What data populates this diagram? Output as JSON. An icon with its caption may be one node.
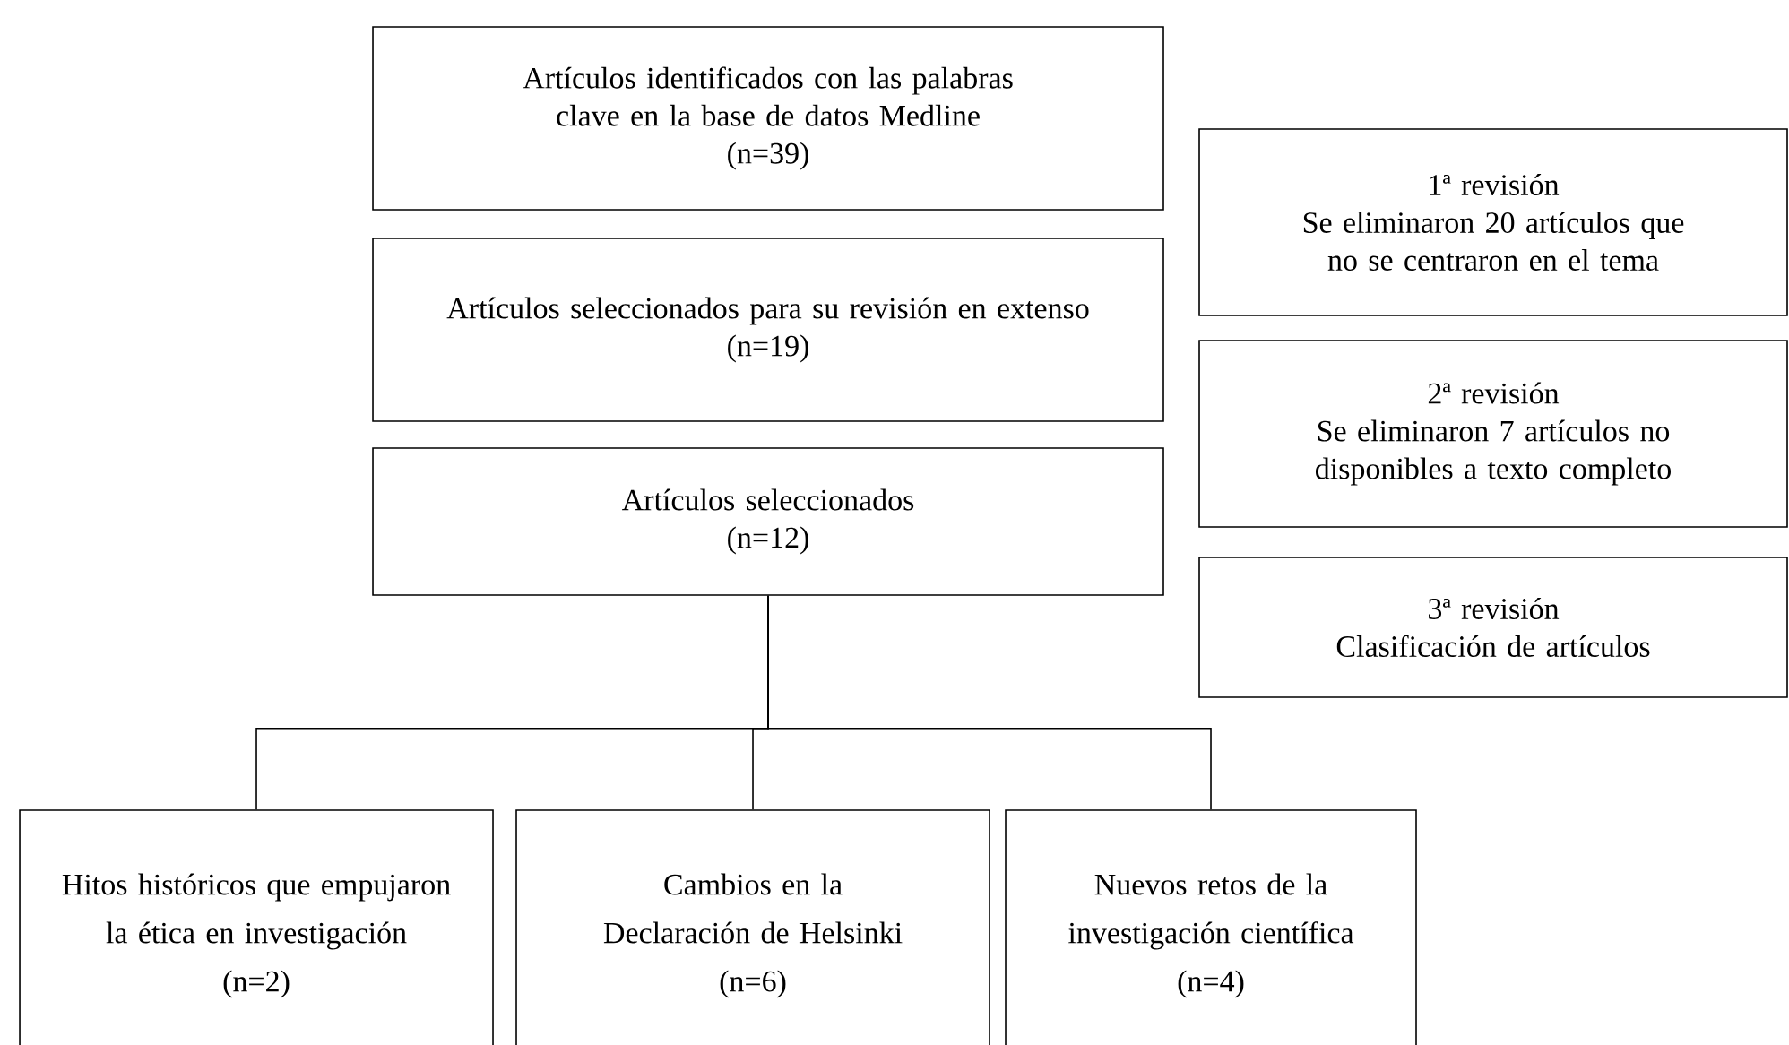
{
  "diagram": {
    "nodes": [
      {
        "text": [
          "Artículos identificados con las palabras clave en la base de datos Medline",
          "(n=39)"
        ]
      },
      {
        "text": [
          "Artículos seleccionados para su revisión en extenso",
          "(n=19)"
        ]
      },
      {
        "text": [
          "Artículos seleccionados",
          "(n=12)"
        ]
      },
      {
        "text": [
          "1ª revisión",
          "Se eliminaron 20 artículos que no se centraron en el tema"
        ]
      },
      {
        "text": [
          "2ª revisión",
          "Se eliminaron 7 artículos no disponibles a texto completo"
        ]
      },
      {
        "text": [
          "3ª revisión",
          "Clasificación de artículos"
        ]
      },
      {
        "text": [
          "Hitos históricos que empujaron la ética en investigación",
          "(n=2)"
        ]
      },
      {
        "text": [
          "Cambios en la Declaración de Helsinki",
          "(n=6)"
        ]
      },
      {
        "text": [
          "Nuevos retos de la investigación científica",
          "(n=4)"
        ]
      }
    ],
    "edges": [
      {
        "from": 2,
        "to": 6,
        "arrow": "none"
      },
      {
        "from": 2,
        "to": 7,
        "arrow": "none"
      },
      {
        "from": 2,
        "to": 8,
        "arrow": "none"
      }
    ]
  }
}
